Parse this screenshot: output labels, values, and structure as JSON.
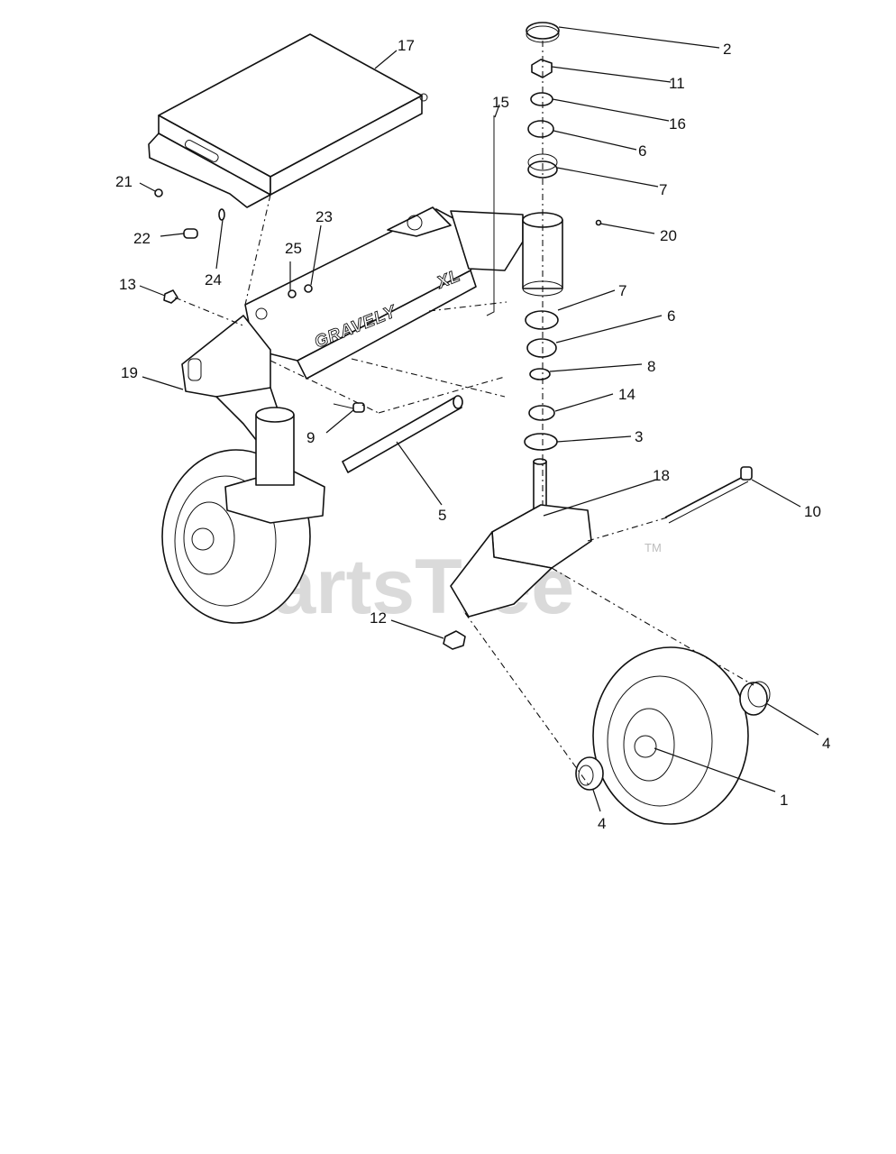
{
  "diagram": {
    "brand_decal": "GRAVELY",
    "brand_model": "XL",
    "watermark": "PartsTree",
    "watermark_tm": "TM",
    "callouts": {
      "c1": "1",
      "c2": "2",
      "c3": "3",
      "c4a": "4",
      "c4b": "4",
      "c5": "5",
      "c6a": "6",
      "c6b": "6",
      "c7a": "7",
      "c7b": "7",
      "c8": "8",
      "c9": "9",
      "c10": "10",
      "c11": "11",
      "c12": "12",
      "c13": "13",
      "c14": "14",
      "c15": "15",
      "c16": "16",
      "c17": "17",
      "c18": "18",
      "c19": "19",
      "c20": "20",
      "c21": "21",
      "c22": "22",
      "c23": "23",
      "c24": "24",
      "c25": "25"
    }
  }
}
